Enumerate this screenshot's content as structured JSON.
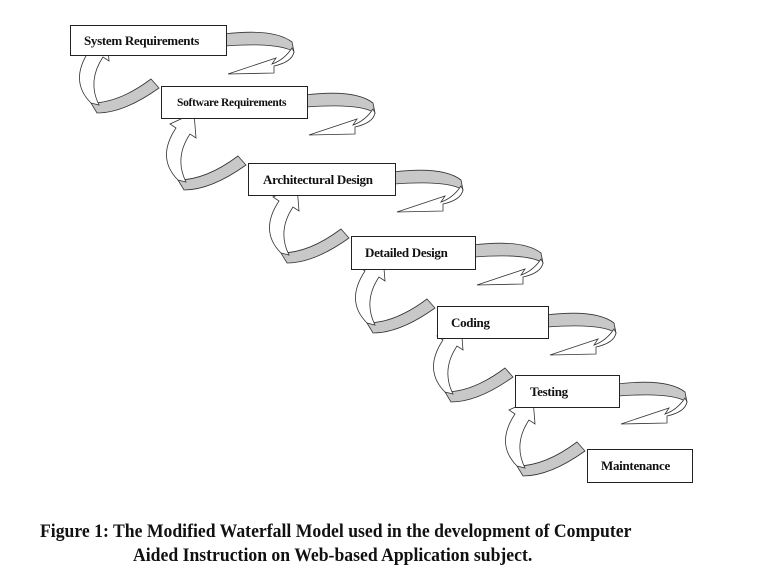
{
  "diagram": {
    "title": "Modified Waterfall Model",
    "phases": [
      {
        "label": "System Requirements"
      },
      {
        "label": "Software Requirements"
      },
      {
        "label": "Architectural Design"
      },
      {
        "label": "Detailed Design"
      },
      {
        "label": "Coding"
      },
      {
        "label": "Testing"
      },
      {
        "label": "Maintenance"
      }
    ],
    "connectors": {
      "forward": "curved-down-arrow (phase to next phase)",
      "feedback": "curved-up-arrow (phase back to previous phase)"
    },
    "colors": {
      "arrow_fill_shaded": "#c8c8c8",
      "arrow_fill_light": "#ffffff",
      "outline": "#333333"
    }
  },
  "caption": {
    "line1": "Figure 1: The Modified Waterfall Model used in the development of Computer",
    "line2": "Aided Instruction on Web-based Application subject."
  }
}
